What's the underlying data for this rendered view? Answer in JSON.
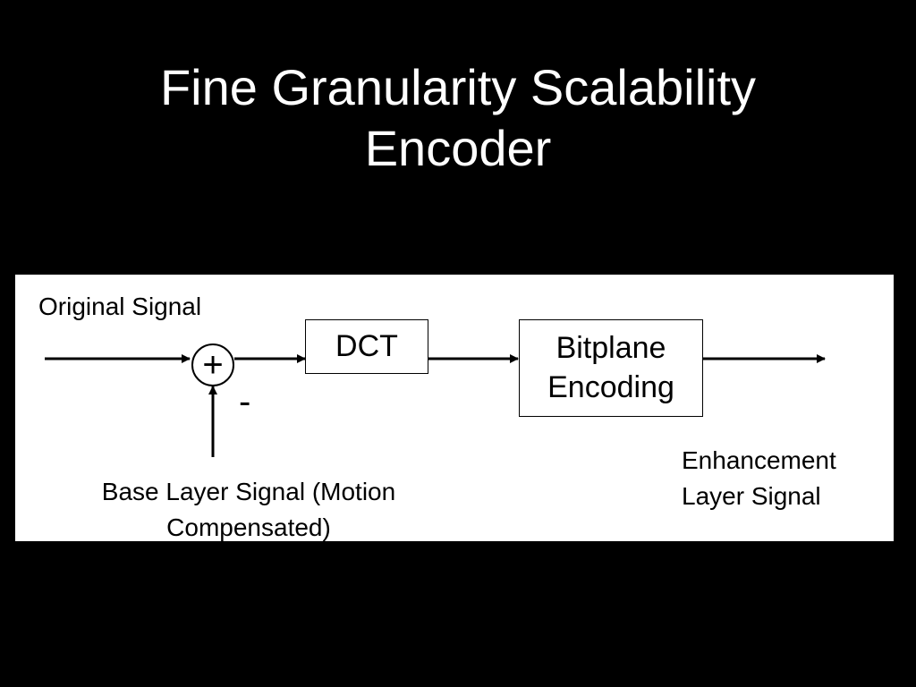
{
  "slide": {
    "title_line1": "Fine Granularity Scalability",
    "title_line2": "Encoder"
  },
  "diagram": {
    "original_signal_label": "Original Signal",
    "adder_symbol": "+",
    "minus_sign": "-",
    "dct_label": "DCT",
    "bitplane_line1": "Bitplane",
    "bitplane_line2": "Encoding",
    "base_layer_line1": "Base Layer Signal (Motion",
    "base_layer_line2": "Compensated)",
    "enhancement_line1": "Enhancement",
    "enhancement_line2": "Layer Signal"
  },
  "colors": {
    "background": "#000000",
    "title": "#ffffff",
    "panel": "#ffffff",
    "stroke": "#000000"
  }
}
